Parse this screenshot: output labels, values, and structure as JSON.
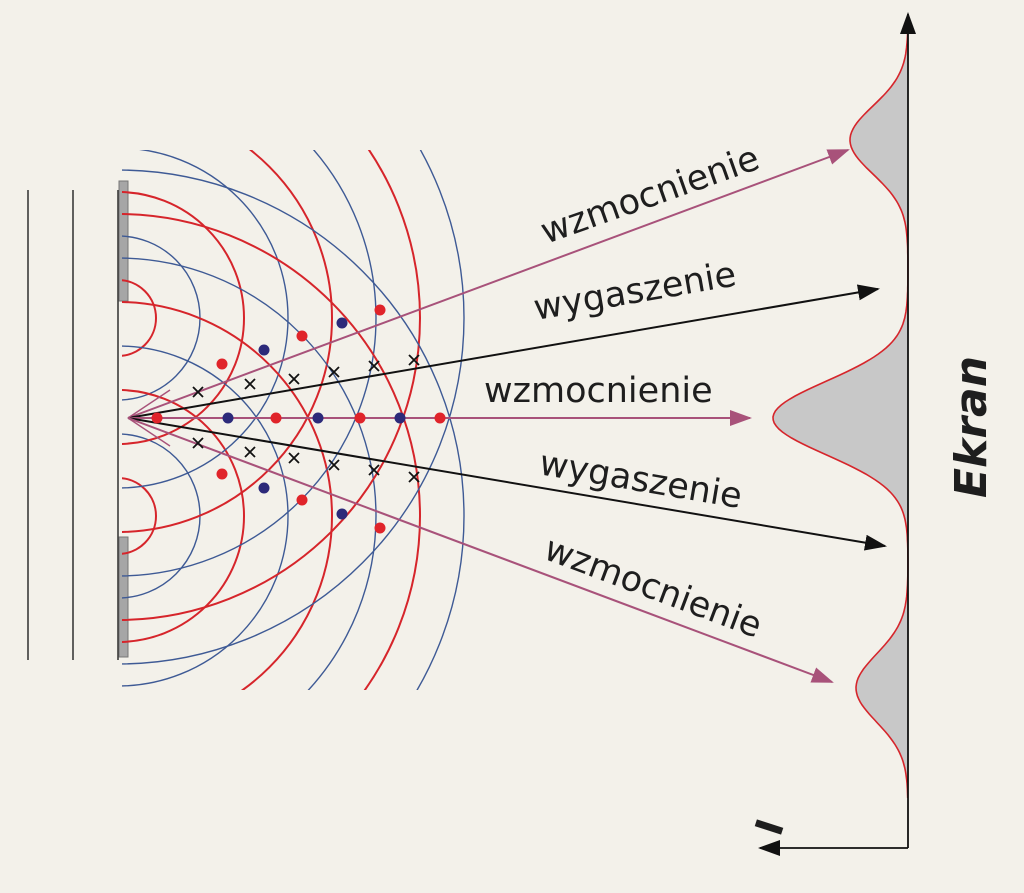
{
  "labels": {
    "upper_max": "wzmocnienie",
    "upper_min": "wygaszenie",
    "central_max": "wzmocnienie",
    "lower_min": "wygaszenie",
    "lower_max": "wzmocnienie"
  },
  "axis": {
    "screen_label": "Ekran",
    "intensity_label": "I"
  },
  "colors": {
    "background": "#f3f1ea",
    "red_wavefront": "#d6252b",
    "blue_wavefront": "#3e5a95",
    "max_ray": "#a8527a",
    "min_ray": "#111111",
    "barrier": "#a6a6a6",
    "intensity_fill": "#c8c8c8",
    "constructive_point": "#e0242a",
    "node_point": "#2c2a7a"
  }
}
